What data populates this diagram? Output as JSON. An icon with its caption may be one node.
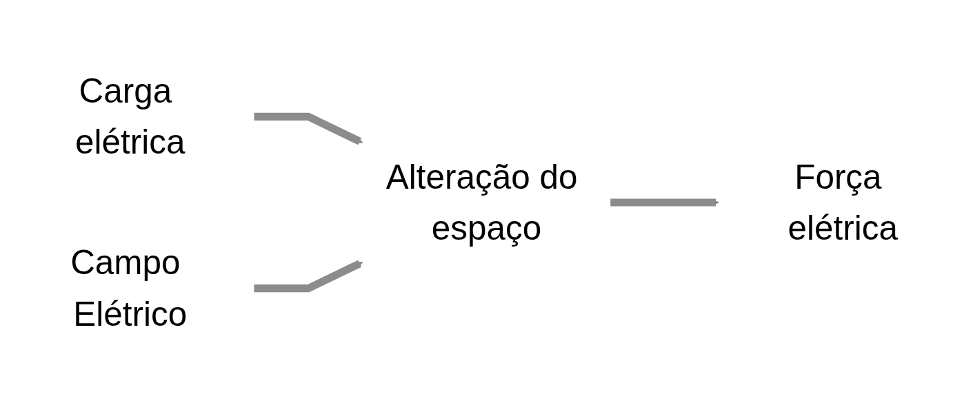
{
  "diagram": {
    "nodes": [
      {
        "text": [
          "Carga elétrica"
        ]
      },
      {
        "text": [
          "Alteração do espaço"
        ]
      },
      {
        "text": [
          "Força elétrica"
        ]
      },
      {
        "text": [
          "Campo Elétrico"
        ]
      }
    ],
    "edges": [
      {
        "from": 0,
        "to": 1,
        "arrow": "to"
      },
      {
        "from": 1,
        "to": 2,
        "arrow": "to"
      },
      {
        "from": 3,
        "to": 1,
        "arrow": "to"
      }
    ]
  }
}
